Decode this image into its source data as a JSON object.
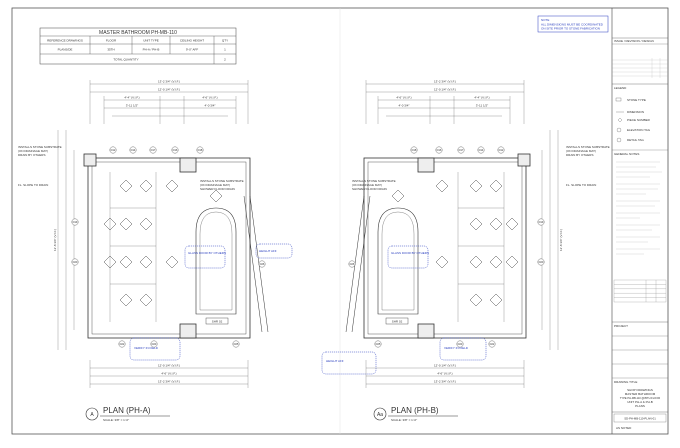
{
  "schedule": {
    "title": "MASTER BATHROOM PH-MB-110",
    "headers": [
      "REFERENCE DRAWINGS",
      "FLOOR",
      "UNIT TYPE",
      "CEILING HEIGHT",
      "QTY"
    ],
    "row": [
      "PLANS/DE",
      "35TH",
      "PH-A / PH-B",
      "9'-0\" AFF",
      "1"
    ],
    "total_label": "TOTAL QUANTITY",
    "total_value": "2"
  },
  "note": {
    "title": "NOTE",
    "line1": "ALL DIMENSIONS MUST BE COORDINATED",
    "line2": "ON SITE PRIOR TO STONE FABRICATION"
  },
  "plans": [
    {
      "bubble": "A",
      "title": "PLAN (PH-A)",
      "scale": "SCALE:    3/8\" = 1'-0\"",
      "top_dim": "13'-2 3/4\" (V.I.F.)",
      "bottom_dim": "13'-2 3/4\" (V.I.F.)",
      "side_dim": "12'-8 3/4\" (V.I.F.)",
      "callouts": [
        "D12",
        "D14",
        "D17",
        "D16",
        "D18",
        "D19",
        "D20",
        "D22",
        "D23",
        "D25",
        "D26"
      ],
      "notes_left": [
        "INSTALLS STONE SUBSTRATE",
        "(ON DRAINAGE MAT)",
        "DRAIN BY OTHERS",
        "FL. SLOPE TO DRAIN"
      ],
      "notes_right": [
        "INSTALLS STONE SUBSTRATE",
        "(ON DRAINAGE MAT)",
        "SHOWER FLOOR DRAIN"
      ],
      "blue_notes": [
        "GLASS DOOR BY OTHERS",
        "HEIGHT AFF",
        "VERIFY IN FIELD"
      ]
    },
    {
      "bubble": "Aa",
      "title": "PLAN (PH-B)",
      "scale": "SCALE:    3/8\" = 1'-0\"",
      "top_dim": "13'-2 3/4\" (V.I.F.)",
      "bottom_dim": "13'-2 3/4\" (V.I.F.)",
      "side_dim": "12'-8 3/4\" (V.I.F.)",
      "callouts": [
        "D12",
        "D14",
        "D17",
        "D16",
        "D18",
        "D19",
        "D20",
        "D22",
        "D23",
        "D25",
        "D26"
      ],
      "notes_left": [
        "INSTALLS STONE SUBSTRATE",
        "(ON DRAINAGE MAT)",
        "SHOWER FLOOR DRAIN"
      ],
      "notes_right": [
        "INSTALLS STONE SUBSTRATE",
        "(ON DRAINAGE MAT)",
        "DRAIN BY OTHERS",
        "FL. SLOPE TO DRAIN"
      ],
      "blue_notes": [
        "GLASS DOOR BY OTHERS",
        "HEIGHT AFF",
        "VERIFY IN FIELD"
      ]
    }
  ],
  "title_block": {
    "header": "ISSUE / REVISION / DESIGN",
    "legend_title": "LEGEND",
    "general_notes_title": "GENERAL NOTES",
    "legend_items": [
      "STONE TYPE",
      "DIMENSION",
      "PIECE NUMBER",
      "ELEVATION TAG",
      "DETAIL TAG"
    ],
    "project_label": "PROJECT",
    "drawing_title_label": "DRAWING TITLE",
    "drawing_title": [
      "SHOP DRAWINGS",
      "MASTER BATHROOM",
      "TYPE PH-MB-110 @35TH FLOOR",
      "UNIT PH-A & PH-B",
      "PLANS"
    ],
    "sheet_number": "SD-PH-MB-110-PLAN-01",
    "sheet_scale": "AS NOTED"
  }
}
